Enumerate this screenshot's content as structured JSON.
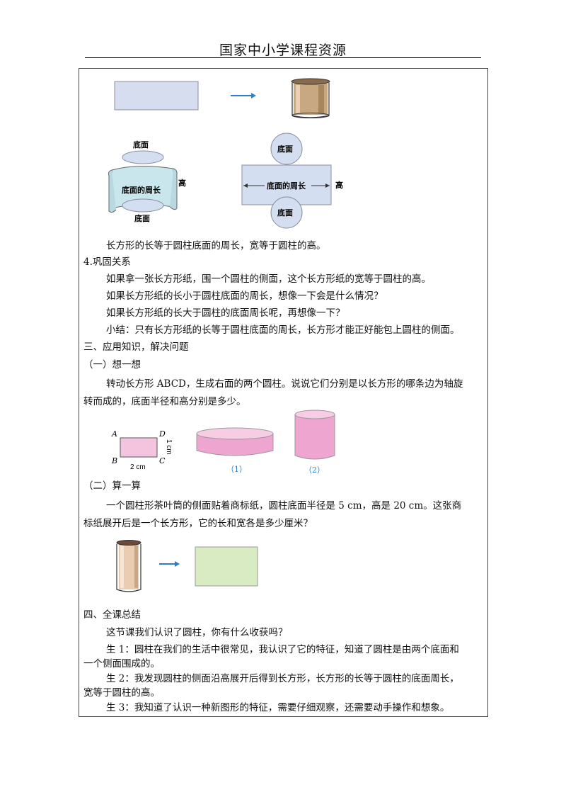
{
  "header": {
    "title": "国家中小学课程资源"
  },
  "figure1": {
    "label_bottom_face": "底面",
    "label_circumference": "底面的周长",
    "label_height": "高"
  },
  "text": {
    "p1": "长方形的长等于圆柱底面的周长，宽等于圆柱的高。",
    "s4": "4.巩固关系",
    "p2": "如果拿一张长方形纸，围一个圆柱的侧面，这个长方形纸的宽等于圆柱的高。",
    "p3": "如果长方形纸的长小于圆柱底面的周长，想像一下会是什么情况？",
    "p4": "如果长方形纸的长大于圆柱的底面周长呢，再想像一下？",
    "p5": "小结：只有长方形纸的长等于圆柱底面的周长，长方形才能正好能包上圆柱的侧面。",
    "s3": "三、应用知识，解决问题",
    "s3a": "（一）想一想",
    "p6": "转动长方形 ABCD，生成右面的两个圆柱。说说它们分别是以长方形的哪条边为轴旋转而成的，底面半径和高分别是多少。",
    "s3b": "（二）算一算",
    "p7": "一个圆柱形茶叶筒的侧面贴着商标纸，圆柱底面半径是 5 cm，高是 20 cm。这张商标纸展开后是一个长方形，它的长和宽各是多少厘米？",
    "s4b": "四、全课总结",
    "p8": "这节课我们认识了圆柱，你有什么收获吗？",
    "p9": "生 1：圆柱在我们的生活中很常见，我认识了它的特征，知道了圆柱是由两个底面和一个侧面围成的。",
    "p10": "生 2：我发现圆柱的侧面沿高展开后得到长方形，长方形的长等于圆柱的底面周长，宽等于圆柱的高。",
    "p11": "生 3：我知道了认识一种新图形的特征，需要仔细观察，还需要动手操作和想象。"
  },
  "figure2": {
    "A": "A",
    "B": "B",
    "C": "C",
    "D": "D",
    "width_label": "2 cm",
    "height_label": "1 cm",
    "cyl1_label": "（1）",
    "cyl2_label": "（2）"
  },
  "colors": {
    "rect_blue": "#d5ddee",
    "arrow": "#2a7fc8",
    "pink": "#f2b8d8",
    "pink_dark": "#d77fb8",
    "green": "#d8ebc2",
    "circle": "#d3def0"
  }
}
